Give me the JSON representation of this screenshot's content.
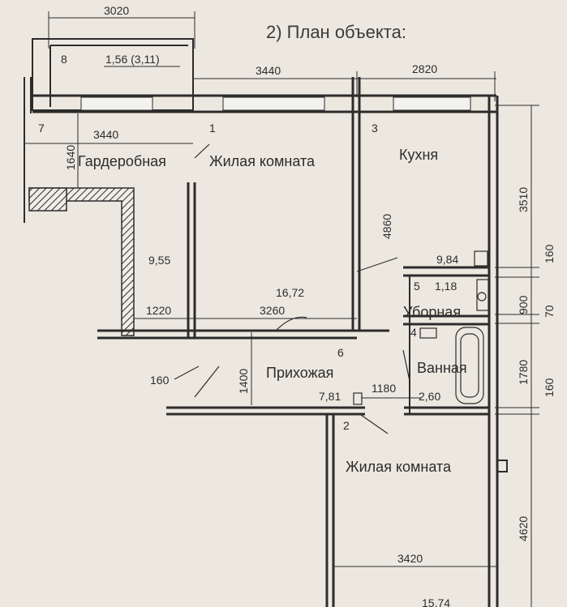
{
  "title": "2) План объекта:",
  "rooms": {
    "wardrobe": "Гардеробная",
    "living1": "Жилая комната",
    "kitchen": "Кухня",
    "toilet": "Уборная",
    "hallway": "Прихожая",
    "bathroom": "Ванная",
    "living2": "Жилая комната"
  },
  "room_numbers": {
    "n1": "1",
    "n2": "2",
    "n3": "3",
    "n4": "4",
    "n5": "5",
    "n6": "6",
    "n7": "7",
    "n8": "8"
  },
  "areas": {
    "balcony": "1,56 (3,11)",
    "living1": "9,55",
    "kitchen": "9,84",
    "toilet": "1,18",
    "hall_top": "16,72",
    "hallway": "7,81",
    "bathroom": "2,60",
    "bottom": "15,74"
  },
  "dimensions": {
    "d3020": "3020",
    "d3440_top": "3440",
    "d2820": "2820",
    "d3440_left": "3440",
    "d1640": "1640",
    "d3510": "3510",
    "d4860": "4860",
    "d160_a": "160",
    "d1220": "1220",
    "d3260": "3260",
    "d900": "900",
    "d70": "70",
    "d1780": "1780",
    "d160_b": "160",
    "d1400": "1400",
    "d160_c": "160",
    "d1180": "1180",
    "d4620": "4620",
    "d3420": "3420"
  },
  "colors": {
    "paper": "#ece8e0",
    "ink": "#2c2c2c"
  }
}
